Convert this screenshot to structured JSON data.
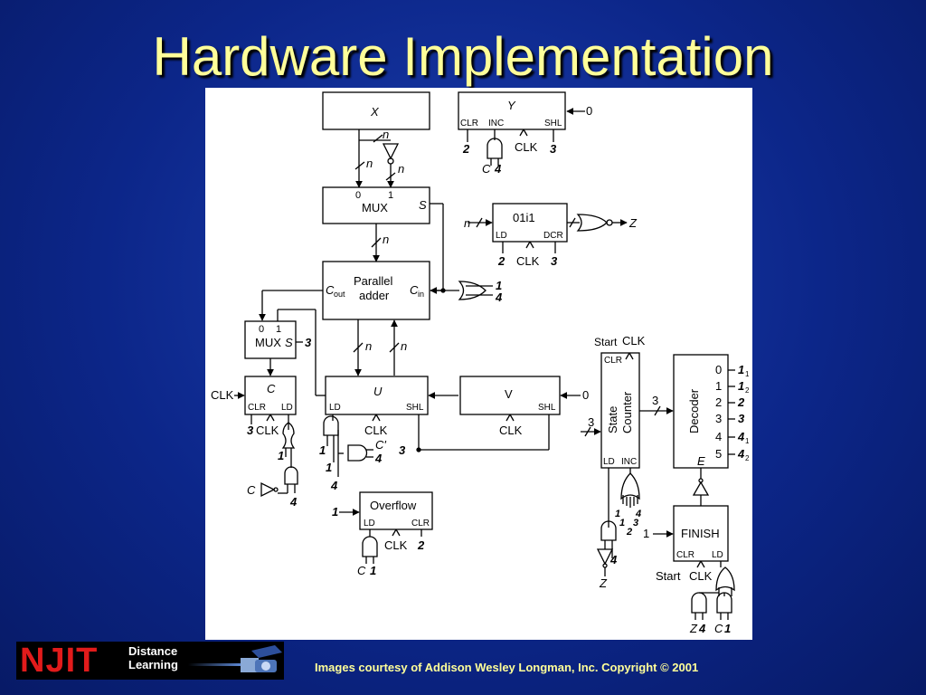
{
  "slide": {
    "title": "Hardware Implementation",
    "credit": "Images courtesy of Addison Wesley Longman, Inc. Copyright © 2001",
    "logo": {
      "brand": "NJIT",
      "line1": "Distance",
      "line2": "Learning"
    }
  },
  "diagram": {
    "x_reg": "X",
    "y_reg": "Y",
    "y_clr": "CLR",
    "y_inc": "INC",
    "y_shl": "SHL",
    "y_zero": "0",
    "y_clk": "CLK",
    "y_in2": "2",
    "y_in3": "3",
    "y_and_c": "C",
    "y_and_4": "4",
    "n1": "n",
    "n2": "n",
    "n3": "n",
    "n4": "n",
    "n5": "n",
    "n6": "n",
    "mux_top": "MUX",
    "mux_top_0": "0",
    "mux_top_1": "1",
    "mux_top_s": "S",
    "i_reg": "01i1",
    "i_ld": "LD",
    "i_dcr": "DCR",
    "i_clk": "CLK",
    "i_in2": "2",
    "i_in3": "3",
    "i_z": "Z",
    "adder_l1": "Parallel",
    "adder_l2": "adder",
    "adder_cout": "C",
    "adder_cout_sub": "out",
    "adder_cin": "C",
    "adder_cin_sub": "in",
    "or1_a": "1",
    "or1_b": "4",
    "mux_low": "MUX",
    "mux_low_0": "0",
    "mux_low_1": "1",
    "mux_low_s": "S",
    "mux_low_3": "3",
    "c_reg": "C",
    "c_clk_in": "CLK",
    "c_clr": "CLR",
    "c_ld": "LD",
    "c_in3": "3",
    "c_clk": "CLK",
    "c_or_1": "1",
    "c_not_in": "C",
    "c_and_4": "4",
    "u_reg": "U",
    "u_ld": "LD",
    "u_shl": "SHL",
    "u_clk": "CLK",
    "u_and_1a": "1",
    "u_and_1b": "1",
    "u_and_4": "4",
    "u_andc_c": "C'",
    "u_andc_4": "4",
    "u_three": "3",
    "v_reg": "V",
    "v_shl": "SHL",
    "v_clk": "CLK",
    "v_zero": "0",
    "overflow": "Overflow",
    "ov_in1": "1",
    "ov_ld": "LD",
    "ov_clr": "CLR",
    "ov_clk": "CLK",
    "ov_in2": "2",
    "ov_c": "C",
    "ov_1": "1",
    "sc_start": "Start",
    "sc_clk": "CLK",
    "sc_clr": "CLR",
    "sc_l1": "State",
    "sc_l2": "Counter",
    "sc_ld": "LD",
    "sc_inc": "INC",
    "sc_three_in": "3",
    "sc_three_bus": "3",
    "sc_z": "Z",
    "sc_and_4": "4",
    "sc_or_in": [
      "1",
      "1",
      "4",
      "3",
      "2"
    ],
    "decoder": "Decoder",
    "dec_e": "E",
    "dec_outputs": [
      {
        "num": "0",
        "sig": "1",
        "sub": "1"
      },
      {
        "num": "1",
        "sig": "1",
        "sub": "2"
      },
      {
        "num": "2",
        "sig": "2",
        "sub": ""
      },
      {
        "num": "3",
        "sig": "3",
        "sub": ""
      },
      {
        "num": "4",
        "sig": "4",
        "sub": "1"
      },
      {
        "num": "5",
        "sig": "4",
        "sub": "2"
      }
    ],
    "finish": "FINISH",
    "fin_in1": "1",
    "fin_clr": "CLR",
    "fin_ld": "LD",
    "fin_start": "Start",
    "fin_clk": "CLK",
    "fin_z": "Z",
    "fin_4": "4",
    "fin_c": "C",
    "fin_1": "1"
  }
}
